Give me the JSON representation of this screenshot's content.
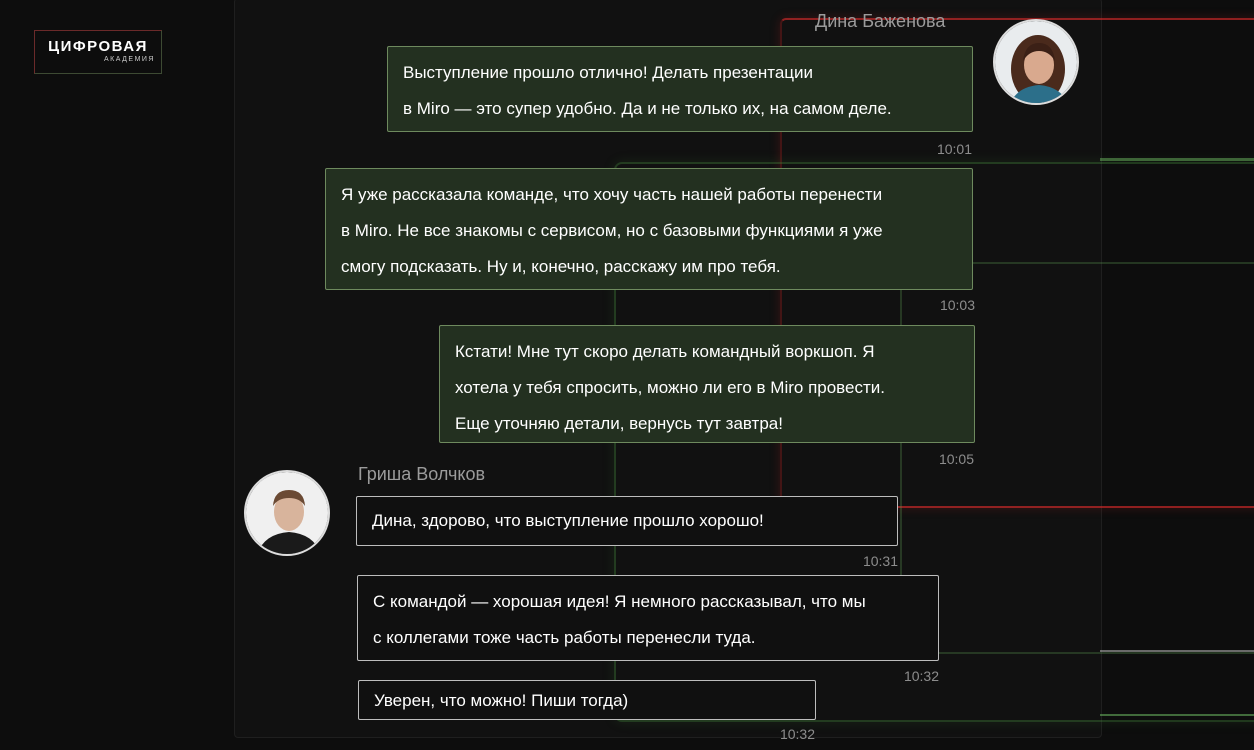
{
  "logo": {
    "line1": "ЦИФРОВАЯ",
    "line2": "АКАДЕМИЯ"
  },
  "chat": {
    "sender_a": {
      "name": "Дина Баженова"
    },
    "sender_b": {
      "name": "Гриша Волчков"
    },
    "messages": [
      {
        "author": "Дина Баженова",
        "lines": [
          "Выступление прошло отлично! Делать презентации",
          "в Miro — это супер удобно. Да и не только их, на самом деле."
        ],
        "time": "10:01"
      },
      {
        "author": "Дина Баженова",
        "lines": [
          "Я уже рассказала команде, что хочу часть нашей работы перенести",
          "в Miro. Не все знакомы с сервисом, но с базовыми функциями я уже",
          "смогу подсказать. Ну и, конечно, расскажу им про тебя."
        ],
        "time": "10:03"
      },
      {
        "author": "Дина Баженова",
        "lines": [
          "Кстати! Мне тут скоро делать командный воркшоп. Я",
          "хотела у тебя спросить, можно ли его в Miro провести.",
          "Еще уточняю детали, вернусь тут завтра!"
        ],
        "time": "10:05"
      },
      {
        "author": "Гриша Волчков",
        "lines": [
          "Дина, здорово, что выступление прошло хорошо!"
        ],
        "time": "10:31"
      },
      {
        "author": "Гриша Волчков",
        "lines": [
          "С командой — хорошая идея! Я немного рассказывал, что мы",
          "с коллегами тоже часть работы перенесли туда."
        ],
        "time": "10:32"
      },
      {
        "author": "Гриша Волчков",
        "lines": [
          "Уверен, что можно! Пиши тогда)"
        ],
        "time": "10:32"
      }
    ]
  },
  "colors": {
    "outgoing_bubble": "#233020",
    "outgoing_border": "#6e8a5e",
    "incoming_border": "#bdbdbd",
    "background": "#0d0d0d"
  }
}
